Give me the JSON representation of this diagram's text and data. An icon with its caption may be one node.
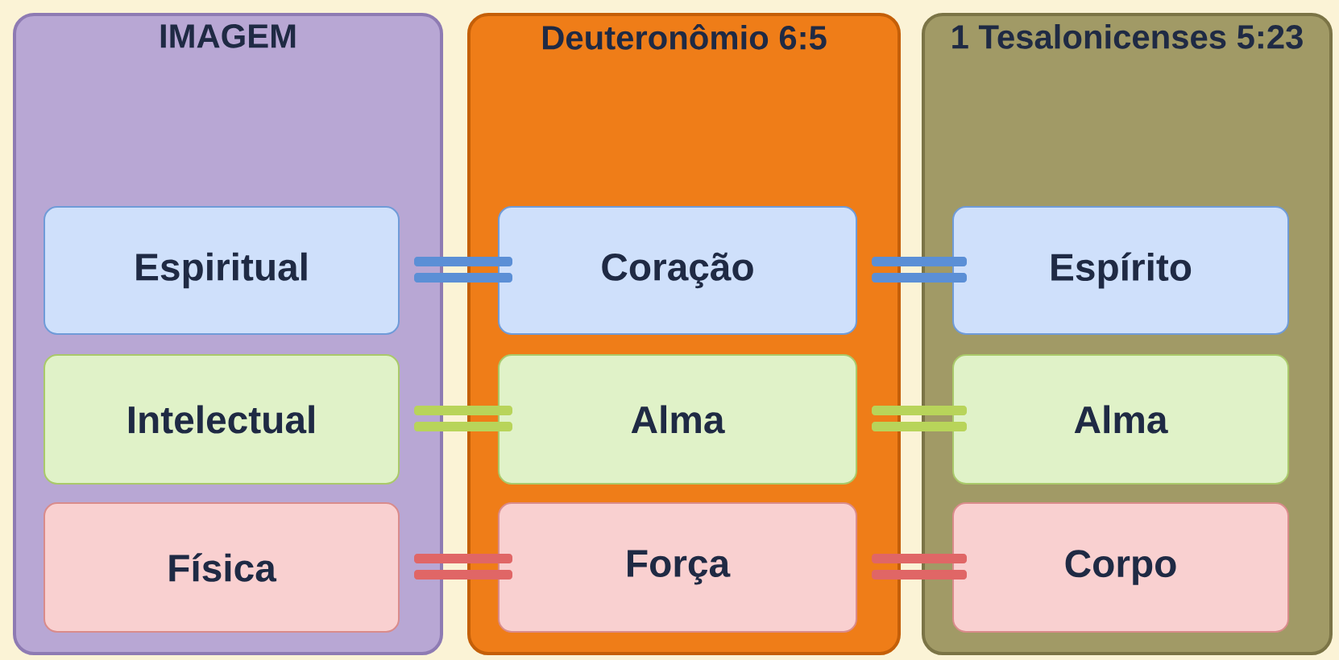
{
  "diagram": {
    "nodes": [
      {
        "text": [
          "IMAGEM"
        ]
      },
      {
        "text": [
          "Espiritual"
        ],
        "in": 0
      },
      {
        "text": [
          "Intelectual"
        ],
        "in": 0
      },
      {
        "text": [
          "Física"
        ],
        "in": 0
      },
      {
        "text": [
          "Deuteronômio 6:5"
        ]
      },
      {
        "text": [
          "Coração"
        ],
        "in": 4
      },
      {
        "text": [
          "Alma"
        ],
        "in": 4
      },
      {
        "text": [
          "Força"
        ],
        "in": 4
      },
      {
        "text": [
          "1 Tesalonicenses 5:23"
        ]
      },
      {
        "text": [
          "Espírito"
        ],
        "in": 8
      },
      {
        "text": [
          "Alma"
        ],
        "in": 8
      },
      {
        "text": [
          "Corpo"
        ],
        "in": 8
      }
    ]
  }
}
